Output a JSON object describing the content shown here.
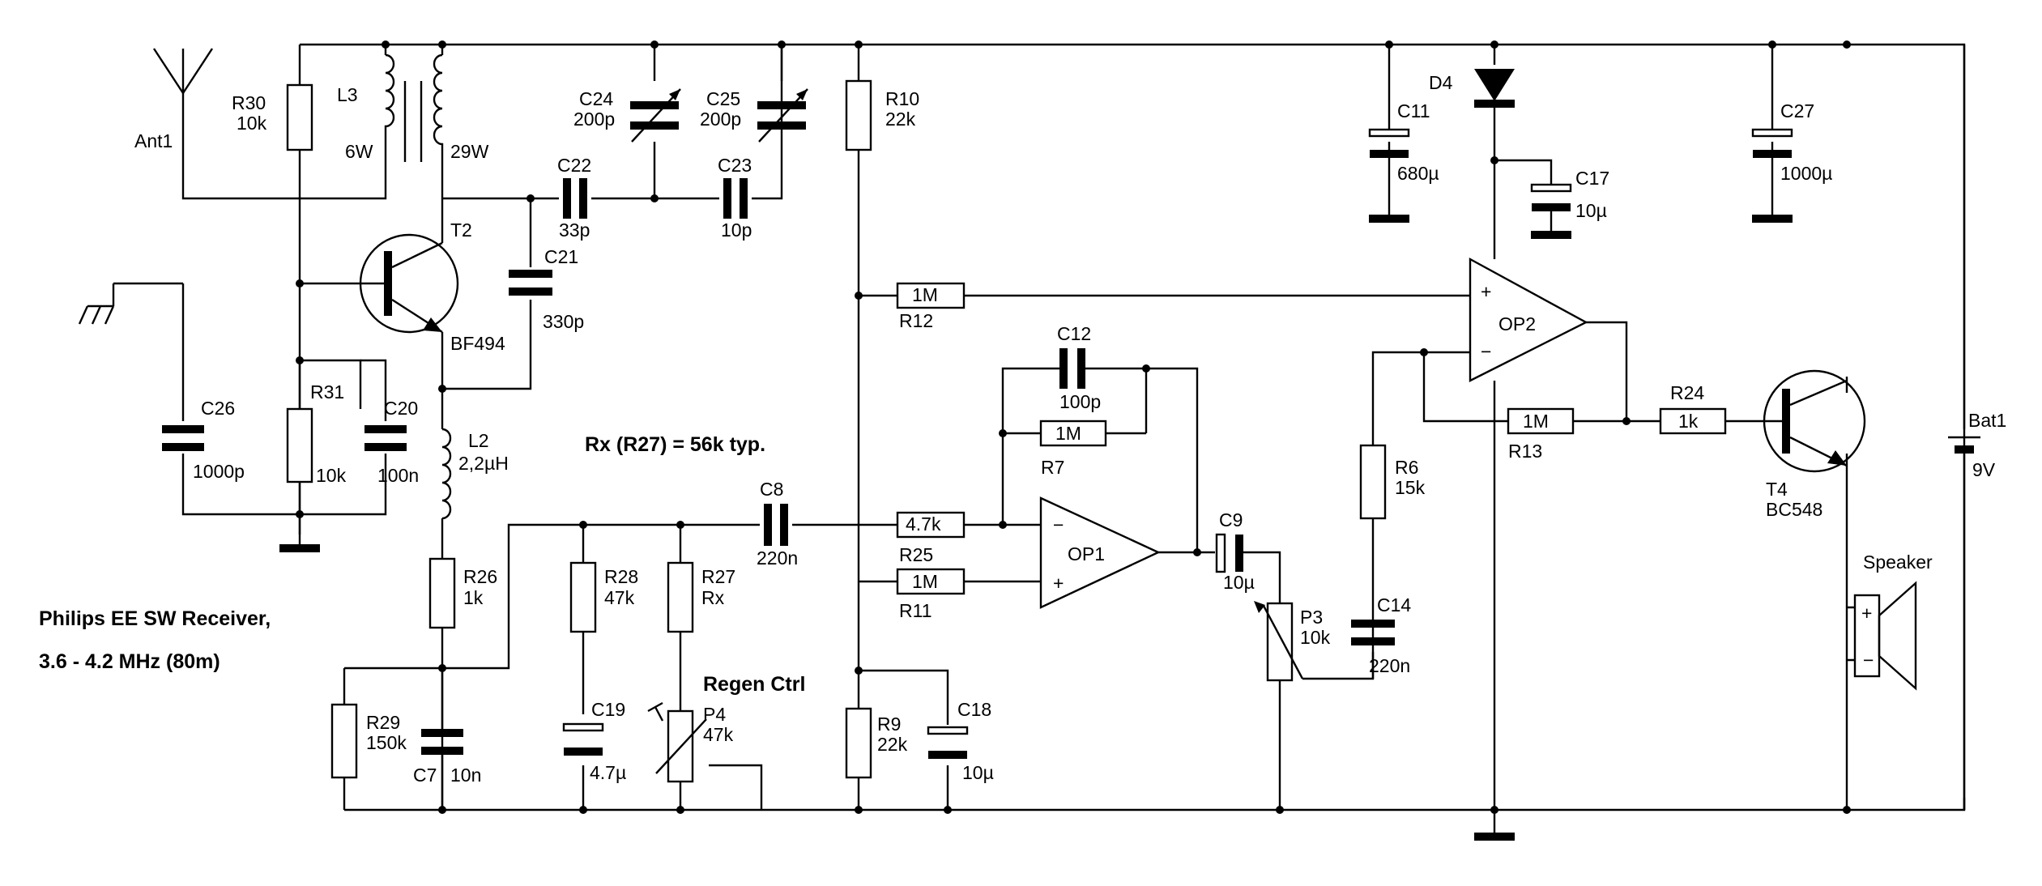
{
  "title": {
    "line1": "Philips EE SW Receiver,",
    "line2": "3.6 - 4.2 MHz (80m)"
  },
  "note": "Rx (R27) = 56k typ.",
  "regen_label": "Regen Ctrl",
  "components": {
    "ant1": {
      "ref": "Ant1"
    },
    "r30": {
      "ref": "R30",
      "value": "10k"
    },
    "l3": {
      "ref": "L3",
      "winding1": "6W",
      "winding2": "29W"
    },
    "c24": {
      "ref": "C24",
      "value": "200p"
    },
    "c25": {
      "ref": "C25",
      "value": "200p"
    },
    "c22": {
      "ref": "C22",
      "value": "33p"
    },
    "c23": {
      "ref": "C23",
      "value": "10p"
    },
    "t2": {
      "ref": "T2",
      "type": "BF494"
    },
    "c21": {
      "ref": "C21",
      "value": "330p"
    },
    "c26": {
      "ref": "C26",
      "value": "1000p"
    },
    "r31": {
      "ref": "R31",
      "value": "10k"
    },
    "c20": {
      "ref": "C20",
      "value": "100n"
    },
    "l2": {
      "ref": "L2",
      "value": "2,2µH"
    },
    "r26": {
      "ref": "R26",
      "value": "1k"
    },
    "r29": {
      "ref": "R29",
      "value": "150k"
    },
    "c7": {
      "ref": "C7",
      "value": "10n"
    },
    "r28": {
      "ref": "R28",
      "value": "47k"
    },
    "r27": {
      "ref": "R27",
      "value": "Rx"
    },
    "c19": {
      "ref": "C19",
      "value": "4.7µ"
    },
    "p4": {
      "ref": "P4",
      "value": "47k"
    },
    "c8": {
      "ref": "C8",
      "value": "220n"
    },
    "r10": {
      "ref": "R10",
      "value": "22k"
    },
    "r12": {
      "ref": "R12",
      "value": "1M"
    },
    "r25": {
      "ref": "R25",
      "value": "4.7k"
    },
    "r11": {
      "ref": "R11",
      "value": "1M"
    },
    "r9": {
      "ref": "R9",
      "value": "22k"
    },
    "c18": {
      "ref": "C18",
      "value": "10µ"
    },
    "c12": {
      "ref": "C12",
      "value": "100p"
    },
    "r7": {
      "ref": "R7",
      "value": "1M"
    },
    "op1": {
      "ref": "OP1",
      "minus": "−",
      "plus": "+"
    },
    "c9": {
      "ref": "C9",
      "value": "10µ"
    },
    "p3": {
      "ref": "P3",
      "value": "10k"
    },
    "r6": {
      "ref": "R6",
      "value": "15k"
    },
    "c14": {
      "ref": "C14",
      "value": "220n"
    },
    "c11": {
      "ref": "C11",
      "value": "680µ"
    },
    "d4": {
      "ref": "D4"
    },
    "c17": {
      "ref": "C17",
      "value": "10µ"
    },
    "c27": {
      "ref": "C27",
      "value": "1000µ"
    },
    "op2": {
      "ref": "OP2",
      "minus": "−",
      "plus": "+"
    },
    "r13": {
      "ref": "R13",
      "value": "1M"
    },
    "r24": {
      "ref": "R24",
      "value": "1k"
    },
    "t4": {
      "ref": "T4",
      "type": "BC548"
    },
    "speaker": {
      "ref": "Speaker",
      "plus": "+",
      "minus": "−"
    },
    "bat1": {
      "ref": "Bat1",
      "value": "9V"
    }
  }
}
